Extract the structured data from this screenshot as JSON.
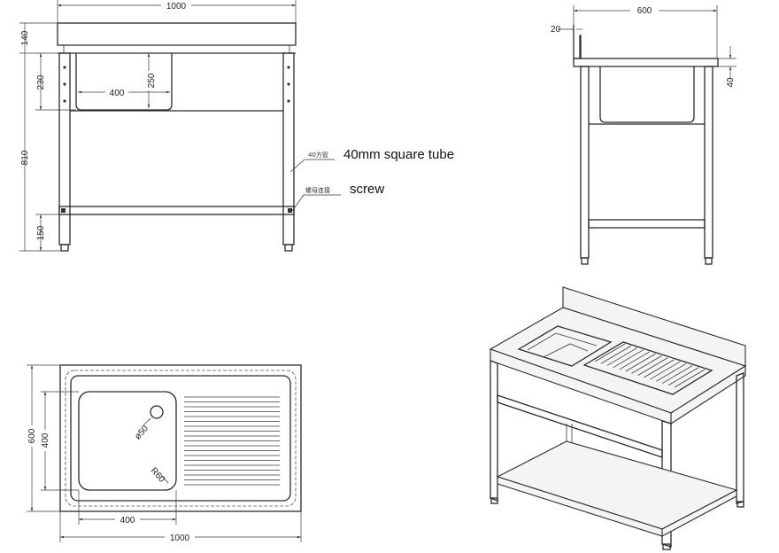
{
  "front_view": {
    "width_label": "1000",
    "top_height_label": "140",
    "bowl_depth_label": "230",
    "bowl_width_label": "400",
    "bowl_inner_label": "250",
    "leg_height_label": "810",
    "bottom_label": "150",
    "note_tube_cn": "40方管",
    "note_tube_en": "40mm square tube",
    "note_screw_cn": "螺母连接",
    "note_screw_en": "screw"
  },
  "side_view": {
    "depth_label": "600",
    "lip_label": "20",
    "rim_label": "40"
  },
  "top_view": {
    "depth_label": "600",
    "bowl_depth_label": "400",
    "drain_label": "ø50",
    "radius_label": "R60",
    "bowl_width_label": "400",
    "width_label": "1000"
  }
}
